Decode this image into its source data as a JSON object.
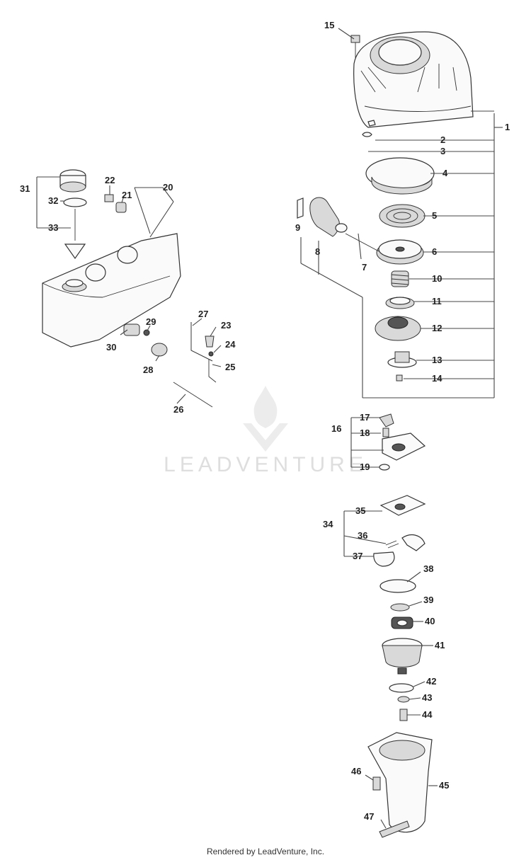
{
  "watermark": {
    "text": "LEADVENTURE"
  },
  "footer": {
    "text": "Rendered by LeadVenture, Inc."
  },
  "callouts": {
    "c1": "1",
    "c2": "2",
    "c3": "3",
    "c4": "4",
    "c5": "5",
    "c6": "6",
    "c7": "7",
    "c8": "8",
    "c9": "9",
    "c10": "10",
    "c11": "11",
    "c12": "12",
    "c13": "13",
    "c14": "14",
    "c15": "15",
    "c16": "16",
    "c17": "17",
    "c18": "18",
    "c19": "19",
    "c20": "20",
    "c21": "21",
    "c22": "22",
    "c23": "23",
    "c24": "24",
    "c25": "25",
    "c26": "26",
    "c27": "27",
    "c28": "28",
    "c29": "29",
    "c30": "30",
    "c31": "31",
    "c32": "32",
    "c33": "33",
    "c34": "34",
    "c35": "35",
    "c36": "36",
    "c37": "37",
    "c38": "38",
    "c39": "39",
    "c40": "40",
    "c41": "41",
    "c42": "42",
    "c43": "43",
    "c44": "44",
    "c45": "45",
    "c46": "46",
    "c47": "47"
  }
}
